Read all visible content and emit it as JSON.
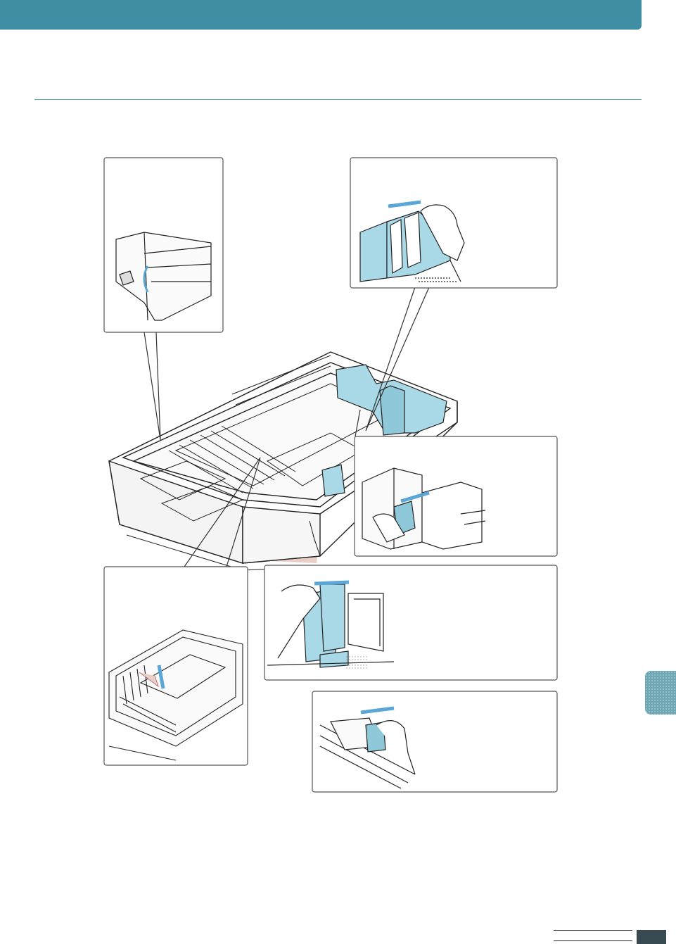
{
  "header": {
    "color": "#3f8ea3"
  },
  "rule": {
    "color": "#4f9bb0"
  },
  "side_tab": {
    "color": "#6fa6b4"
  },
  "illustration": {
    "subject": "paper-tray-assembly",
    "accent_color": "#a9d8e6",
    "arrow_color": "#5aa7d6",
    "panels": [
      {
        "name": "rear-lock-detail"
      },
      {
        "name": "side-guide-detail"
      },
      {
        "name": "length-guide-detail"
      },
      {
        "name": "width-guide-detail"
      },
      {
        "name": "metal-plate-detail"
      },
      {
        "name": "guide-squeeze-detail"
      }
    ]
  },
  "footer": {
    "page_box_color": "#3a4a52"
  }
}
